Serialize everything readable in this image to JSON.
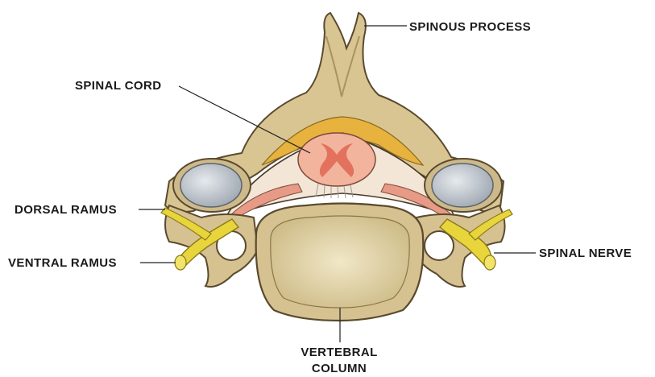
{
  "diagram": {
    "labels": {
      "spinous_process": "SPINOUS PROCESS",
      "spinal_cord": "SPINAL CORD",
      "dorsal_ramus": "DORSAL RAMUS",
      "ventral_ramus": "VENTRAL RAMUS",
      "spinal_nerve": "SPINAL NERVE",
      "vertebral_column_line1": "VERTEBRAL",
      "vertebral_column_line2": "COLUMN"
    },
    "colors": {
      "bone": "#d9c79a",
      "bone_outline": "#5a4a2e",
      "fat": "#e7b23e",
      "cord": "#f2b49c",
      "grey_matter": "#e98772",
      "nerve": "#e6d43a",
      "disc": "#c9cfd6",
      "body_cancellous": "#e8dcb6"
    }
  }
}
